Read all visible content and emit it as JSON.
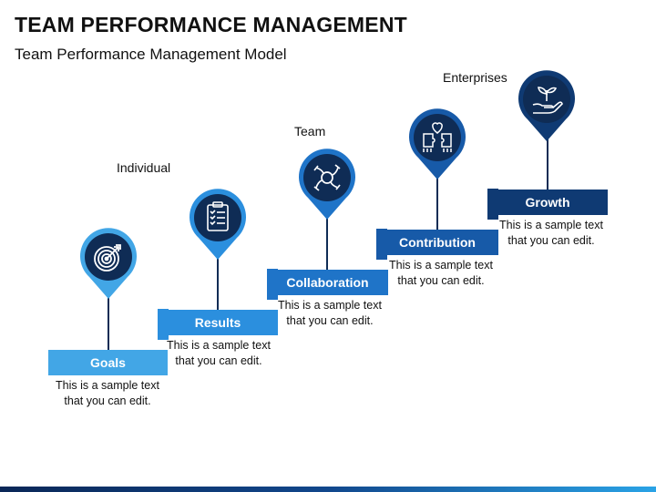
{
  "title": "TEAM PERFORMANCE MANAGEMENT",
  "subtitle": "Team Performance Management Model",
  "levels": {
    "individual": "Individual",
    "team": "Team",
    "enterprises": "Enterprises"
  },
  "steps": [
    {
      "label": "Goals",
      "description": "This is a sample text that you can edit.",
      "icon": "target-icon",
      "color": "#42a6e6"
    },
    {
      "label": "Results",
      "description": "This is a sample text that you can edit.",
      "icon": "checklist-icon",
      "color": "#2b8fde"
    },
    {
      "label": "Collaboration",
      "description": "This is a sample text that you can edit.",
      "icon": "hands-circle-icon",
      "color": "#1f74c8"
    },
    {
      "label": "Contribution",
      "description": "This is a sample text that you can edit.",
      "icon": "puzzle-hands-icon",
      "color": "#175aa8"
    },
    {
      "label": "Growth",
      "description": "This is a sample text that you can edit.",
      "icon": "plant-hand-icon",
      "color": "#0f3a73"
    }
  ]
}
